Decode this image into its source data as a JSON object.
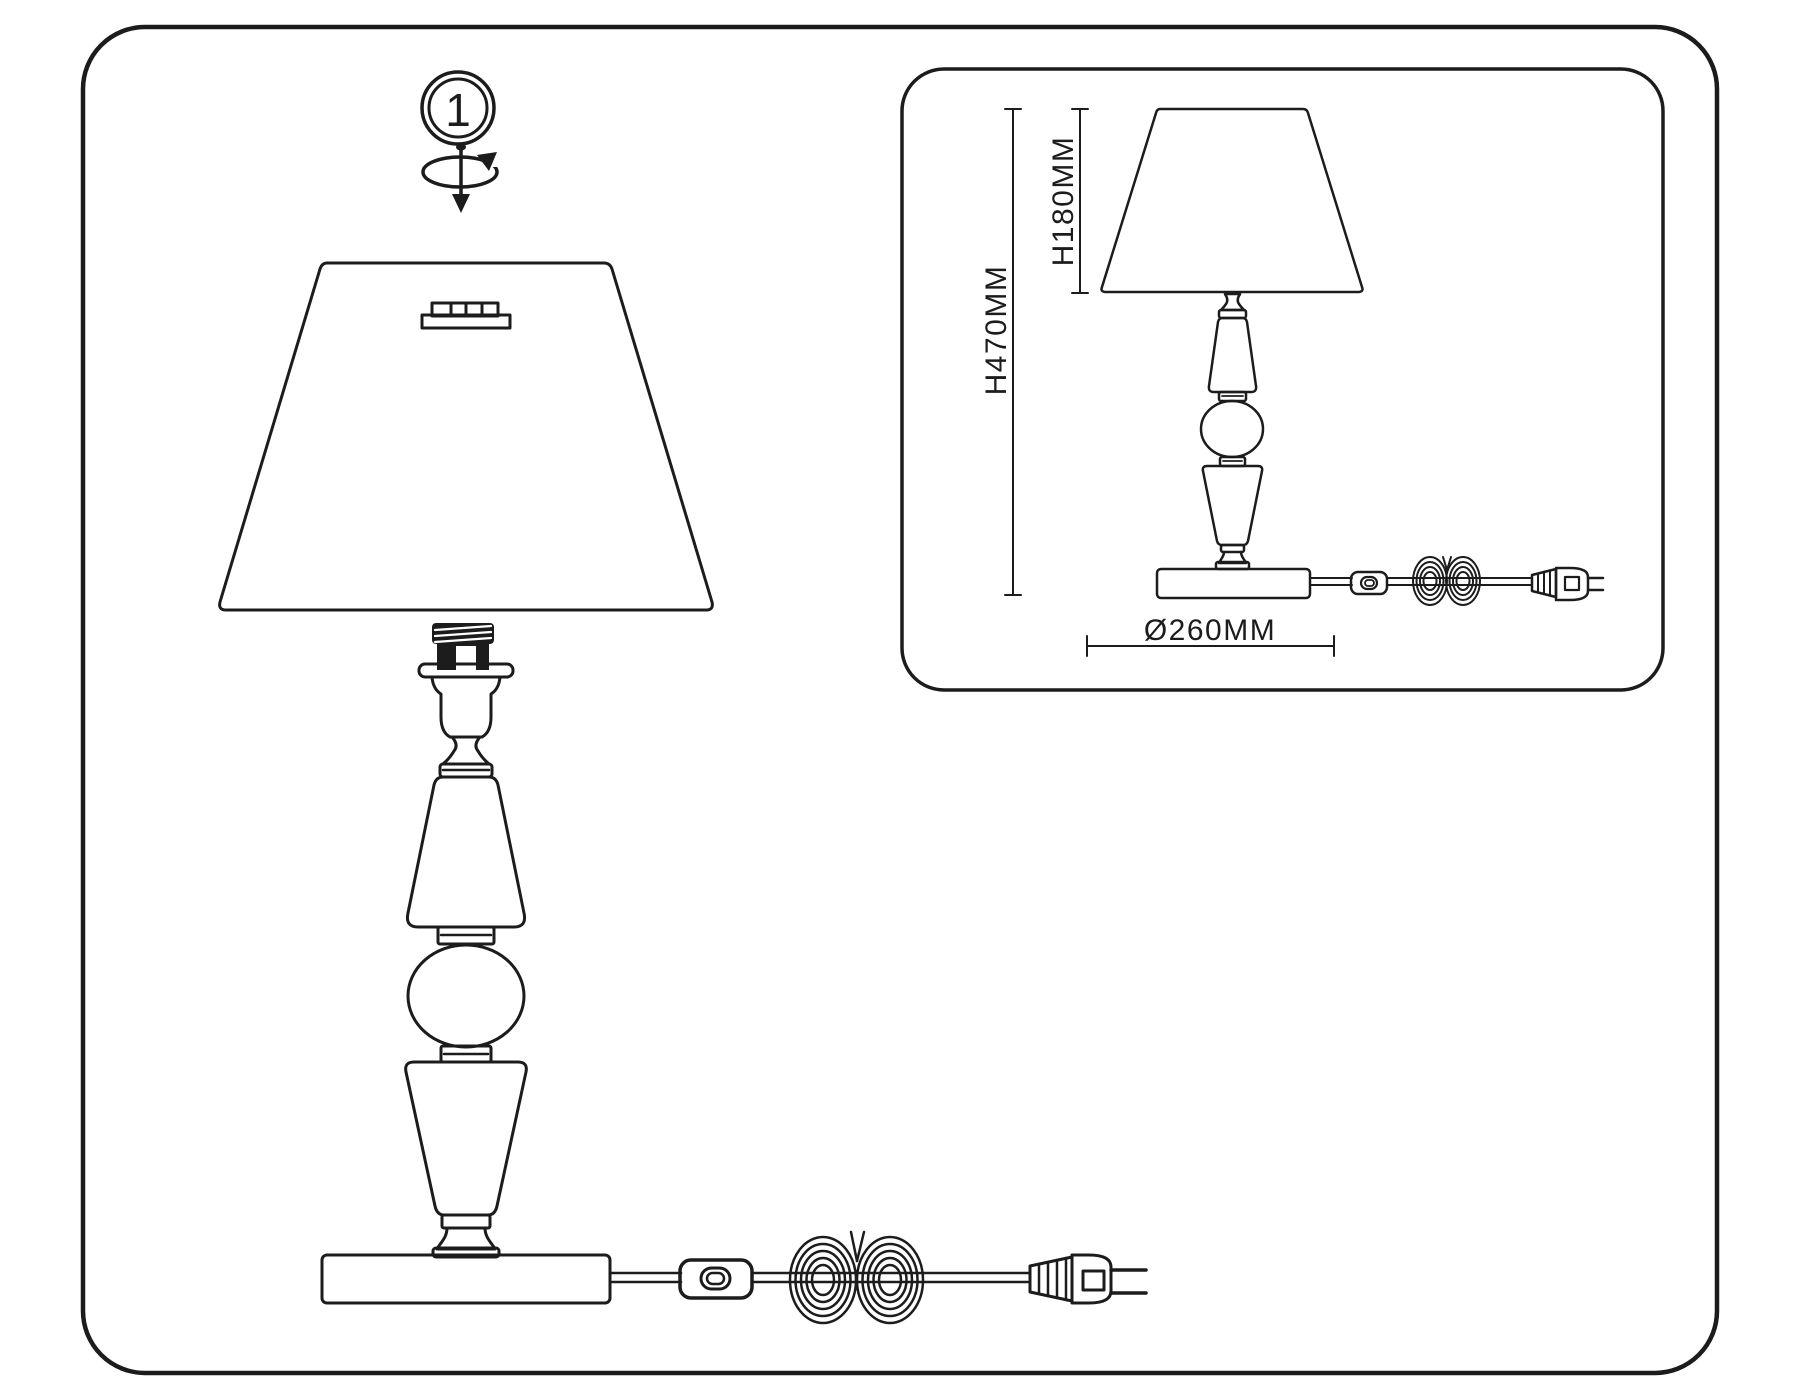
{
  "page": {
    "background": "#ffffff",
    "line_color": "#1c1c1c"
  },
  "step_marker": {
    "number": "1"
  },
  "inset": {
    "labels": {
      "total_height": "H470MM",
      "shade_height": "H180MM",
      "base_diameter": "Ø260MM"
    }
  },
  "parts": [
    "lampshade",
    "shade-fitting",
    "lamp-socket",
    "finial-neck",
    "glass-cone-upper",
    "spacer-ring",
    "glass-sphere",
    "glass-cone-lower",
    "lamp-foot",
    "lamp-base",
    "power-cord",
    "inline-switch",
    "cord-coil",
    "power-plug"
  ]
}
